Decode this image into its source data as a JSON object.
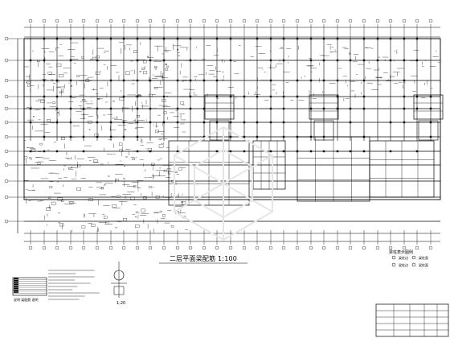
{
  "drawing": {
    "plan_title": "二层平面梁配筋 1:100",
    "detail_scale": "1:20",
    "legend_title": "梁柱表示图例",
    "legend_labels": [
      "梁柱边",
      "梁柱面",
      "梁柱边",
      "梁柱面"
    ],
    "notes_title": "说明 梁配筋 说明"
  },
  "colors": {
    "line": "#000000",
    "watermark": "#e6e6e6"
  },
  "icons": {
    "watermark": "hexagon-watermark-icon",
    "legend_symbol": "circle-symbol-icon"
  }
}
